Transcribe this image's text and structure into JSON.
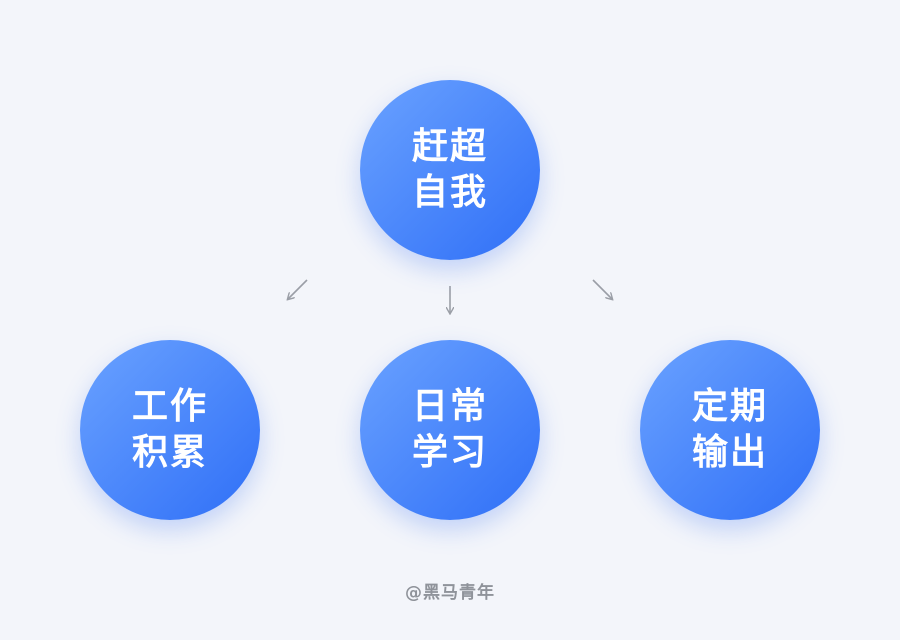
{
  "nodes": {
    "top": {
      "line1": "赶超",
      "line2": "自我"
    },
    "left": {
      "line1": "工作",
      "line2": "积累"
    },
    "middle": {
      "line1": "日常",
      "line2": "学习"
    },
    "right": {
      "line1": "定期",
      "line2": "输出"
    }
  },
  "credit": "@黑马青年",
  "colors": {
    "background": "#f3f5fa",
    "circle_light": "#6aa2ff",
    "circle_dark": "#2f6ff7",
    "arrow": "#9a9ea6",
    "credit_text": "#8f939a"
  }
}
